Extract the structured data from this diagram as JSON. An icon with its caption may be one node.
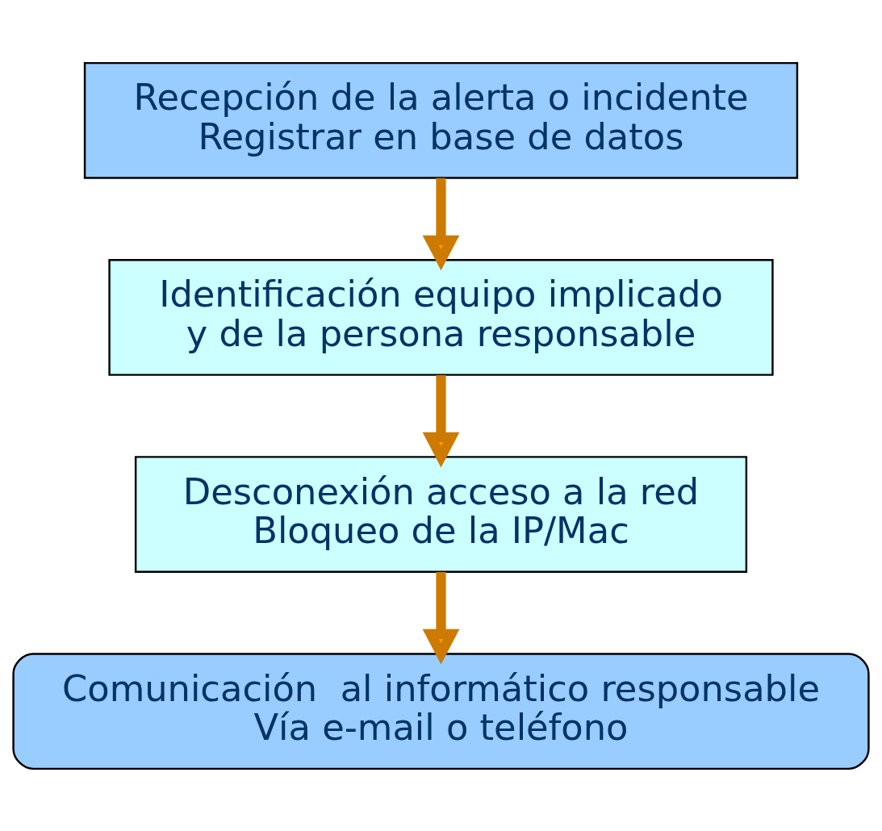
{
  "diagram": {
    "nodes": [
      {
        "text": [
          "Recepción de la alerta o incidente",
          "Registrar en base de datos"
        ]
      },
      {
        "text": [
          "Identificación equipo implicado",
          "y de la persona responsable"
        ]
      },
      {
        "text": [
          "Desconexión acceso a la red",
          "Bloqueo de la IP/Mac"
        ]
      },
      {
        "text": [
          "Comunicación  al informático responsable",
          "Vía e-mail o teléfono"
        ]
      }
    ],
    "edges": [
      {
        "from": 0,
        "to": 1,
        "arrow": "to"
      },
      {
        "from": 1,
        "to": 2,
        "arrow": "to"
      },
      {
        "from": 2,
        "to": 3,
        "arrow": "to"
      }
    ]
  }
}
